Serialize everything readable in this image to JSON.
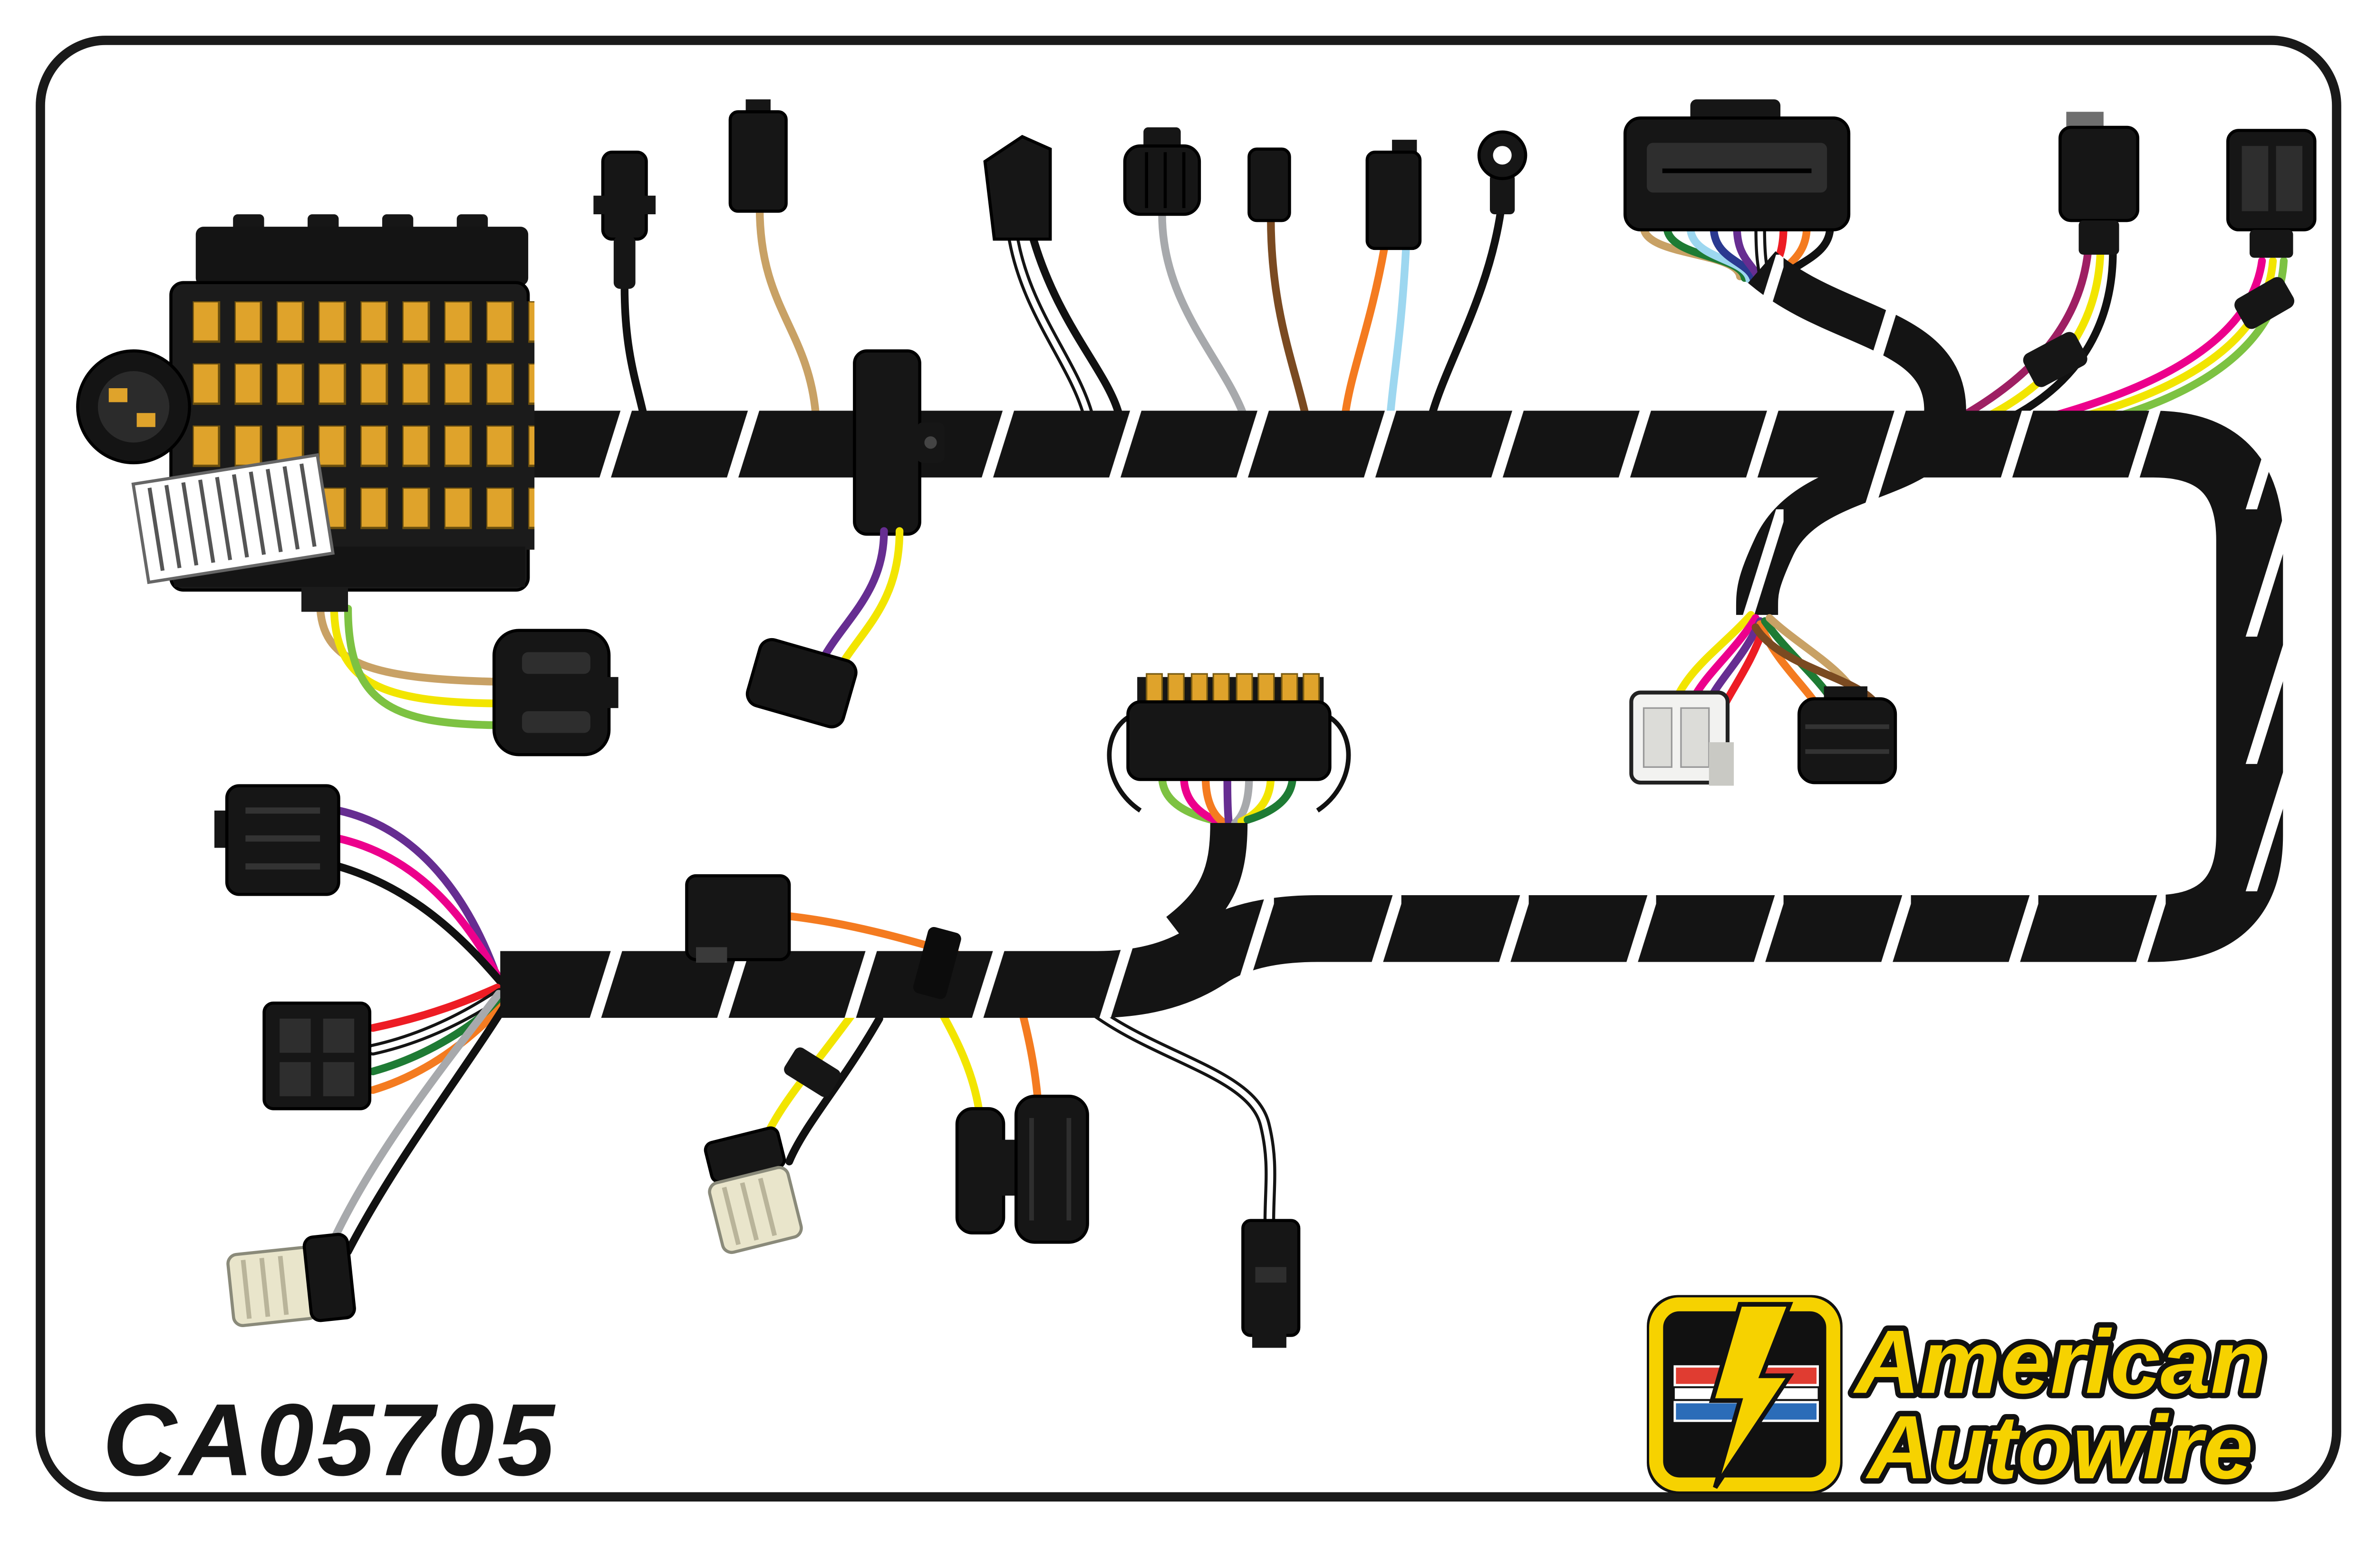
{
  "part_number": "CA05705",
  "brand": {
    "line1": "American",
    "line2": "Autowire"
  },
  "palette": {
    "black": "#111111",
    "tan": "#C8A165",
    "yellow": "#F2E500",
    "green": "#7DC242",
    "dkgreen": "#1E7B34",
    "orange": "#F47B20",
    "ltblue": "#9DD7F0",
    "blue": "#2B3990",
    "purple": "#662D91",
    "magenta": "#EC008C",
    "maroon": "#9E1F63",
    "red": "#ED1C24",
    "brown": "#7A4A21",
    "gray": "#A7A9AC",
    "gold": "#DFA32B",
    "brand_yellow": "#F6D200",
    "brand_red": "#E03C31",
    "brand_blue": "#2B6CB8"
  }
}
